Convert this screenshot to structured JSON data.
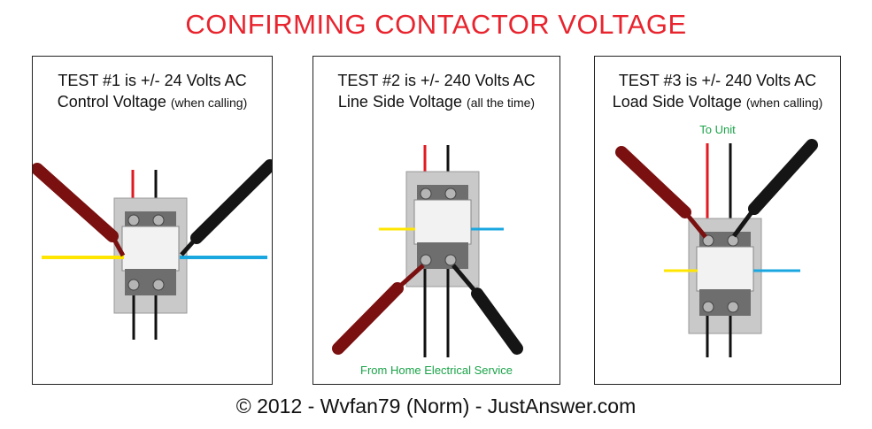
{
  "title": "CONFIRMING CONTACTOR VOLTAGE",
  "panels": [
    {
      "line1": "TEST #1 is +/- 24 Volts AC",
      "line2_main": "Control Voltage",
      "line2_note": "(when calling)"
    },
    {
      "line1": "TEST #2 is +/- 240 Volts AC",
      "line2_main": "Line Side Voltage",
      "line2_note": "(all the time)",
      "bottom_note": "From Home Electrical Service"
    },
    {
      "line1": "TEST #3 is +/- 240 Volts AC",
      "line2_main": "Load Side Voltage",
      "line2_note": "(when calling)",
      "top_note": "To Unit"
    }
  ],
  "footer": "© 2012 - Wvfan79 (Norm) - JustAnswer.com",
  "colors": {
    "title": "#e8242e",
    "note": "#1aa348",
    "red_probe": "#7a1010",
    "black_probe": "#151515",
    "yellow_wire": "#ffe600",
    "blue_wire": "#1aa7e0",
    "red_wire": "#e11a22"
  }
}
